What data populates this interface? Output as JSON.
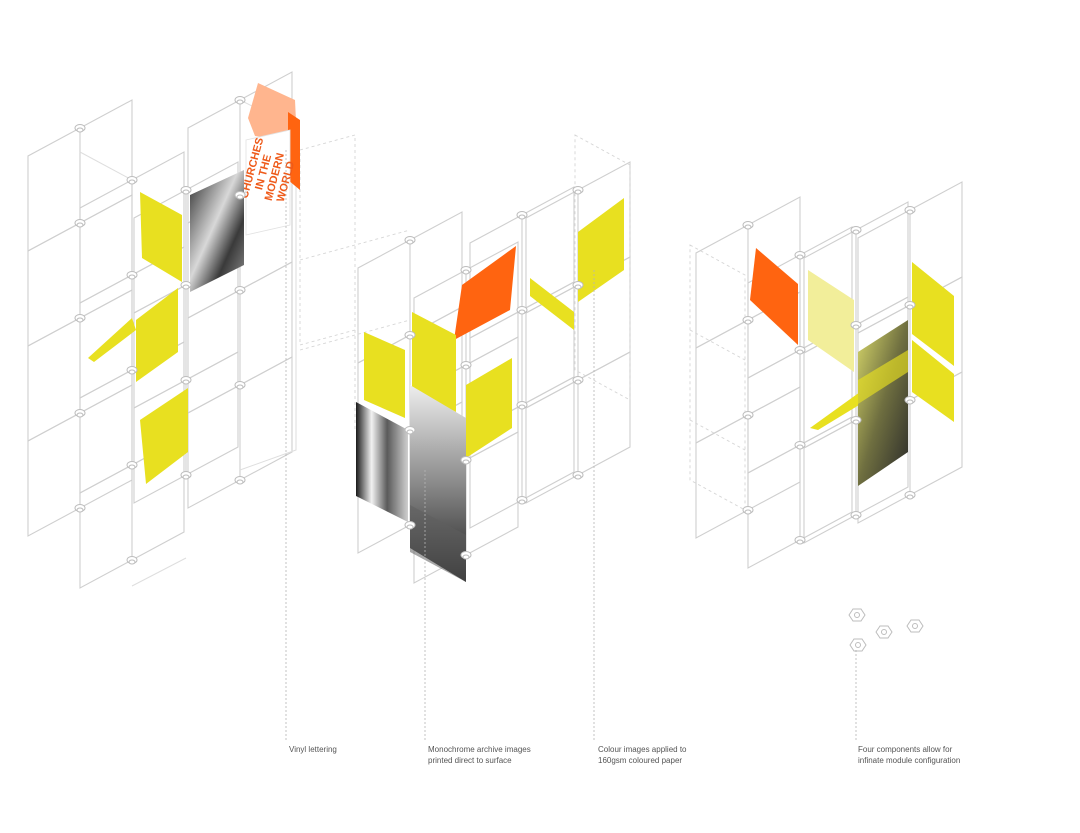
{
  "diagram": {
    "annotations": [
      {
        "id": "vinyl",
        "lines": [
          "Vinyl lettering"
        ]
      },
      {
        "id": "mono",
        "lines": [
          "Monochrome archive images",
          "printed direct to surface"
        ]
      },
      {
        "id": "colour",
        "lines": [
          "Colour images applied to",
          "160gsm coloured paper"
        ]
      },
      {
        "id": "components",
        "lines": [
          "Four components allow for",
          "infinate module configuration"
        ]
      }
    ],
    "vinyl_text": [
      "CHURCHES",
      "IN THE",
      "MODERN",
      "WORLD"
    ],
    "component_count": 4,
    "colors": {
      "yellow": "#e8e020",
      "pale_yellow": "#f2ee9a",
      "orange": "#ff6410",
      "peach": "#ffb58e",
      "vinyl_text": "#ee5a1a",
      "frame": "#cfcfcf",
      "leader": "#b5b5b5",
      "label": "#555555"
    }
  }
}
